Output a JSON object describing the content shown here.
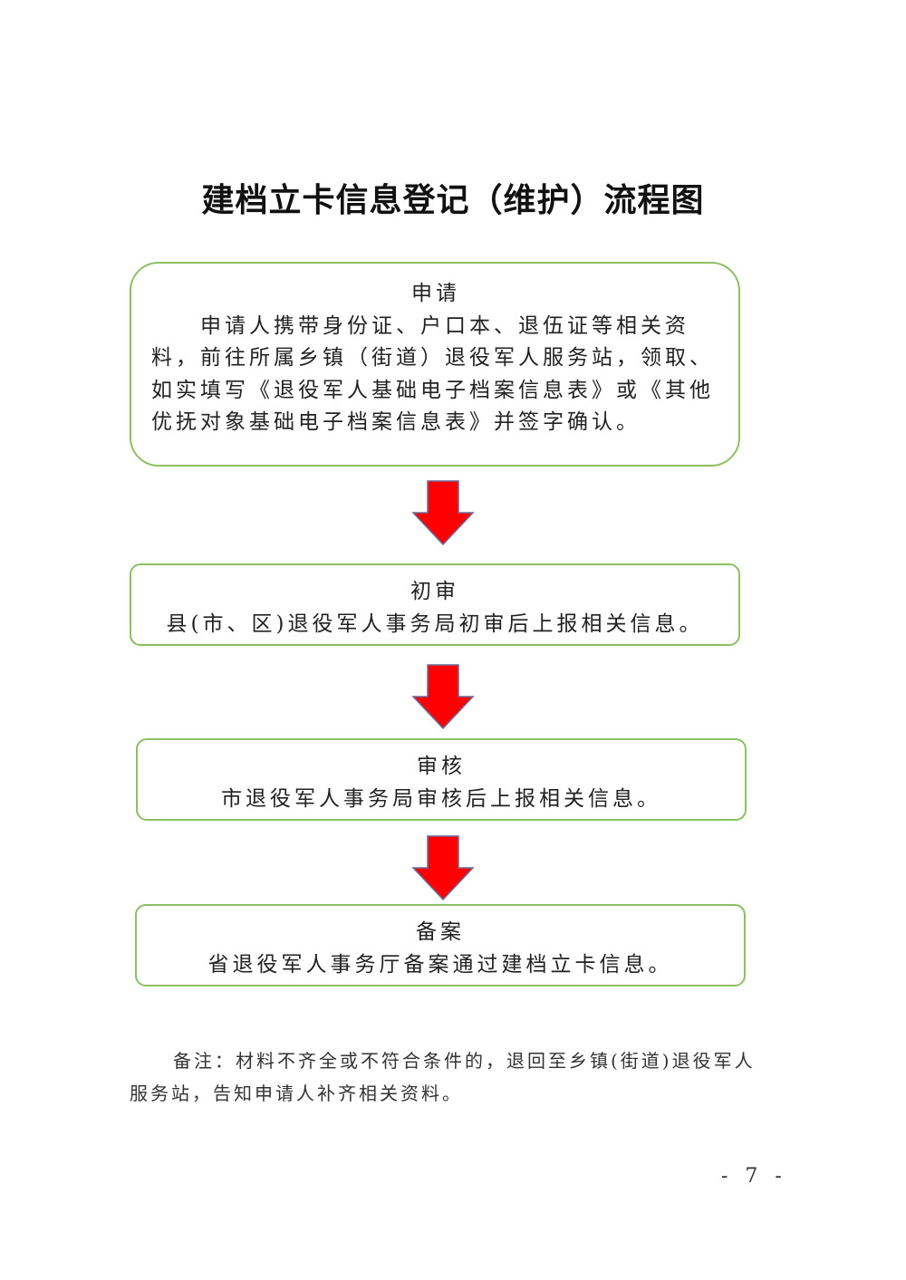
{
  "title": "建档立卡信息登记（维护）流程图",
  "steps": [
    {
      "heading": "申请",
      "text": "申请人携带身份证、户口本、退伍证等相关资料，前往所属乡镇（街道）退役军人服务站，领取、如实填写《退役军人基础电子档案信息表》或《其他优抚对象基础电子档案信息表》并签字确认。"
    },
    {
      "heading": "初审",
      "text": "县(市、区)退役军人事务局初审后上报相关信息。"
    },
    {
      "heading": "审核",
      "text": "市退役军人事务局审核后上报相关信息。"
    },
    {
      "heading": "备案",
      "text": "省退役军人事务厅备案通过建档立卡信息。"
    }
  ],
  "note": "备注：材料不齐全或不符合条件的，退回至乡镇(街道)退役军人服务站，告知申请人补齐相关资料。",
  "page_number": "- 7 -",
  "colors": {
    "box_border": "#8cc063",
    "arrow": "#ff0000"
  }
}
